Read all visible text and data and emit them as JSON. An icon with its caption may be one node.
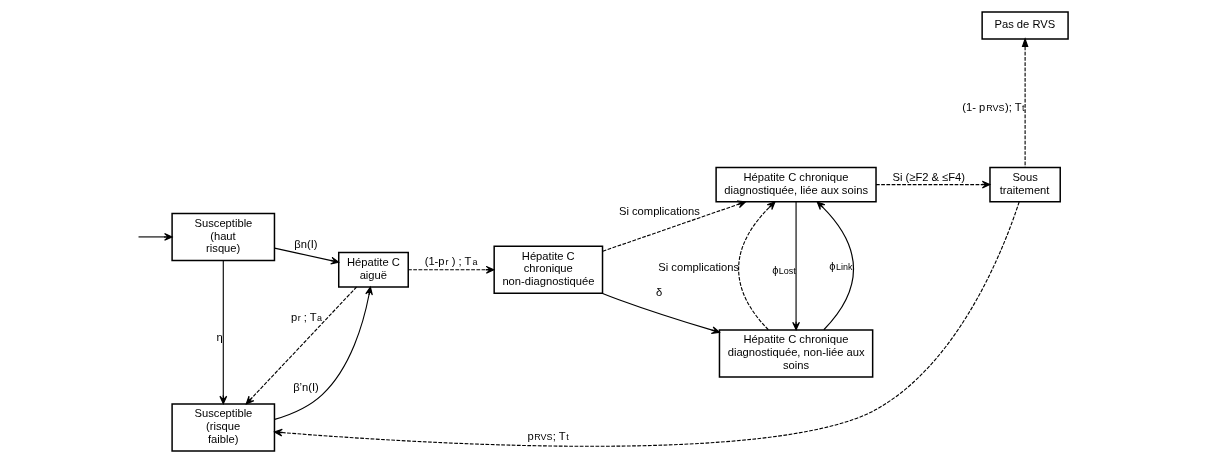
{
  "diagram": {
    "nodes": [
      {
        "text": [
          "Susceptible (haut risque)"
        ]
      },
      {
        "text": [
          "Hépatite C aiguë"
        ]
      },
      {
        "text": [
          "Hépatite C chronique non-diagnostiquée"
        ]
      },
      {
        "text": [
          "Hépatite C chronique diagnostiquée, non-liée aux soins"
        ]
      },
      {
        "text": [
          "Pas de RVS"
        ]
      },
      {
        "text": [
          "Susceptible (risque faible)"
        ]
      },
      {
        "text": [
          "Hépatite C chronique diagnostiquée, liée aux soins"
        ]
      },
      {
        "text": [
          "Sous traitement"
        ]
      }
    ],
    "edges": [
      {
        "from": null,
        "to": 0,
        "arrow": "to"
      },
      {
        "from": 0,
        "to": 5,
        "arrow": "to",
        "label": "η"
      },
      {
        "from": 0,
        "to": 1,
        "arrow": "to",
        "label": "βn(I)"
      },
      {
        "from": 5,
        "to": 1,
        "arrow": "to",
        "label": "β’n(I)"
      },
      {
        "from": 1,
        "to": 5,
        "arrow": "to",
        "label": "p$_{r}$ ; T$_{a}$",
        "style": "dashed"
      },
      {
        "from": 1,
        "to": 2,
        "arrow": "to",
        "label": "(1-p$_{r}$ ) ; T$_{a}$",
        "style": "dashed"
      },
      {
        "from": 2,
        "to": 3,
        "arrow": "to",
        "label": "δ"
      },
      {
        "from": 3,
        "to": 6,
        "arrow": "to",
        "label": "ϕ$_{Link}$"
      },
      {
        "from": 6,
        "to": 3,
        "arrow": "to",
        "label": "ϕ$_{Lost}$"
      },
      {
        "from": 3,
        "to": 6,
        "arrow": "to",
        "label": "Si complications",
        "style": "dashed"
      },
      {
        "from": 2,
        "to": 6,
        "arrow": "to",
        "label": "Si complications",
        "style": "dashed"
      },
      {
        "from": 6,
        "to": 7,
        "arrow": "to",
        "label": "Si (≥F2 & ≤F4)",
        "style": "dashed"
      },
      {
        "from": 7,
        "to": 4,
        "arrow": "to",
        "label": "(1- p$_{RVS}$); T$_{t}$",
        "style": "dashed"
      },
      {
        "from": 7,
        "to": 5,
        "arrow": "to",
        "label": "p$_{RVS}$; T$_{t}$",
        "style": "dashed"
      }
    ]
  }
}
